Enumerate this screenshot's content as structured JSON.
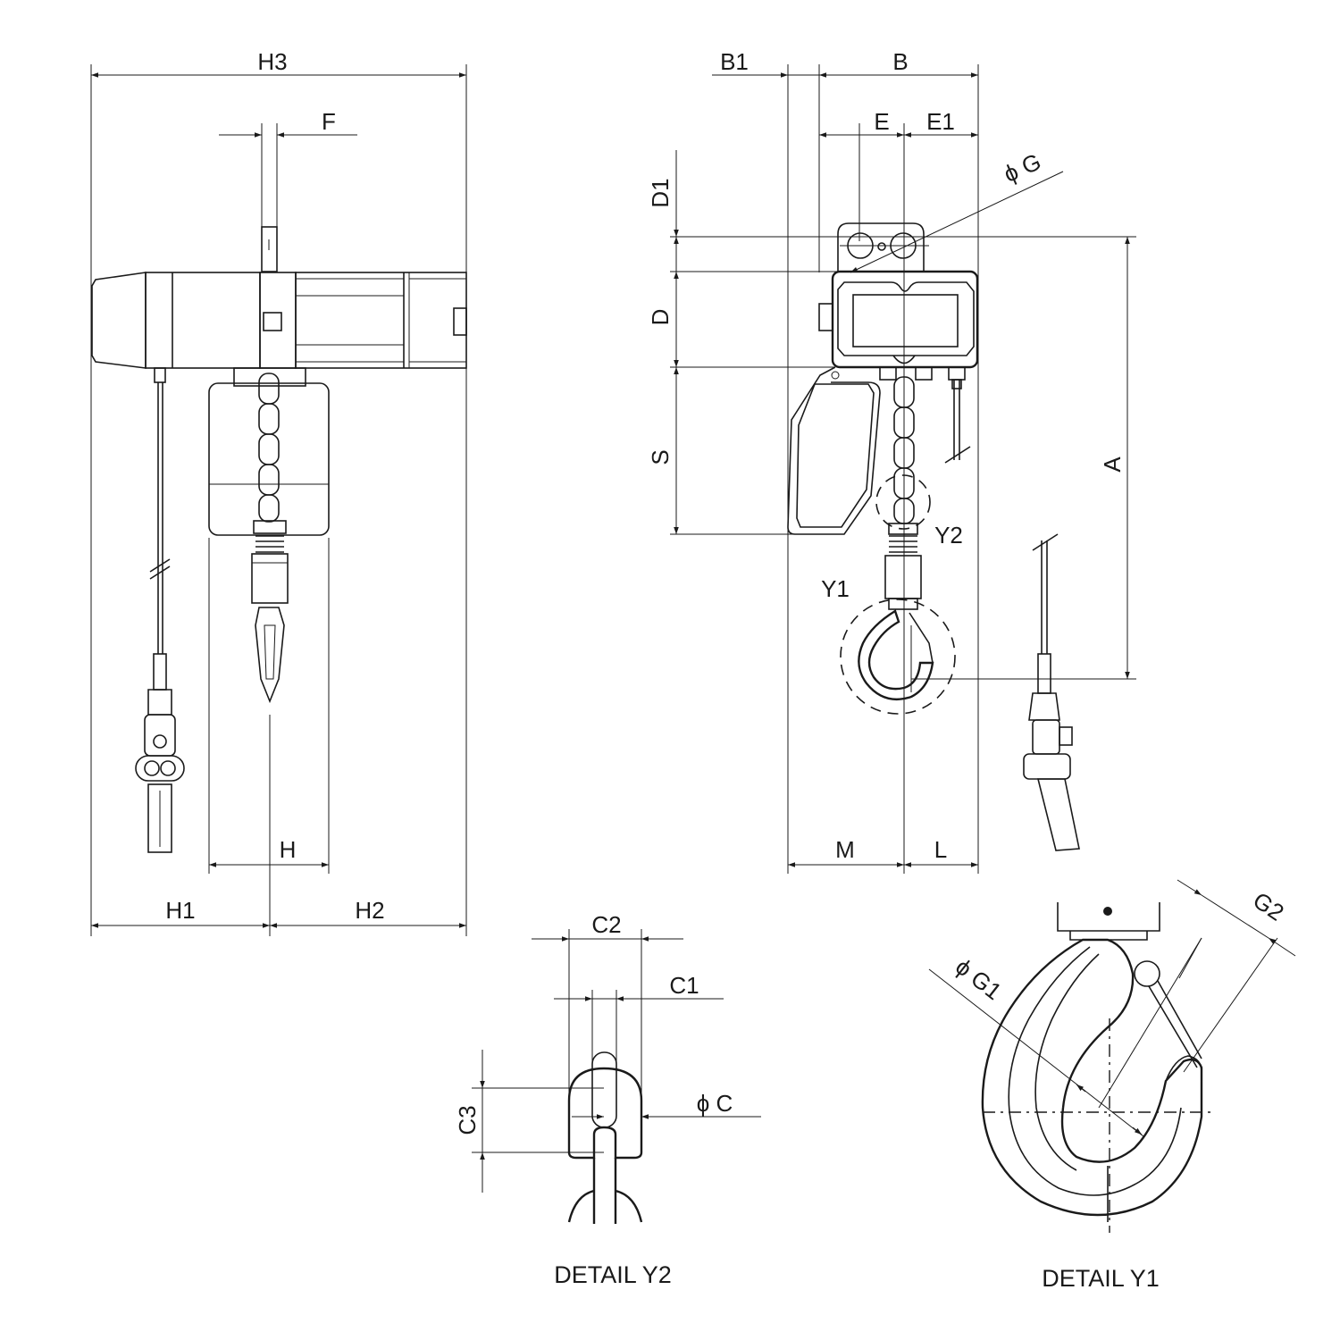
{
  "side_view": {
    "dims": {
      "H3": "H3",
      "F": "F",
      "H": "H",
      "H1": "H1",
      "H2": "H2"
    }
  },
  "front_view": {
    "dims": {
      "B1": "B1",
      "B": "B",
      "E": "E",
      "E1": "E1",
      "G": "ϕ G",
      "D1": "D1",
      "D": "D",
      "S": "S",
      "A": "A",
      "Y1": "Y1",
      "Y2": "Y2",
      "M": "M",
      "L": "L"
    }
  },
  "detail_y2": {
    "caption": "DETAIL Y2",
    "dims": {
      "C2": "C2",
      "C1": "C1",
      "C": "ϕ C",
      "C3": "C3"
    }
  },
  "detail_y1": {
    "caption": "DETAIL Y1",
    "dims": {
      "G2": "G2",
      "G1": "ϕ G1"
    }
  }
}
